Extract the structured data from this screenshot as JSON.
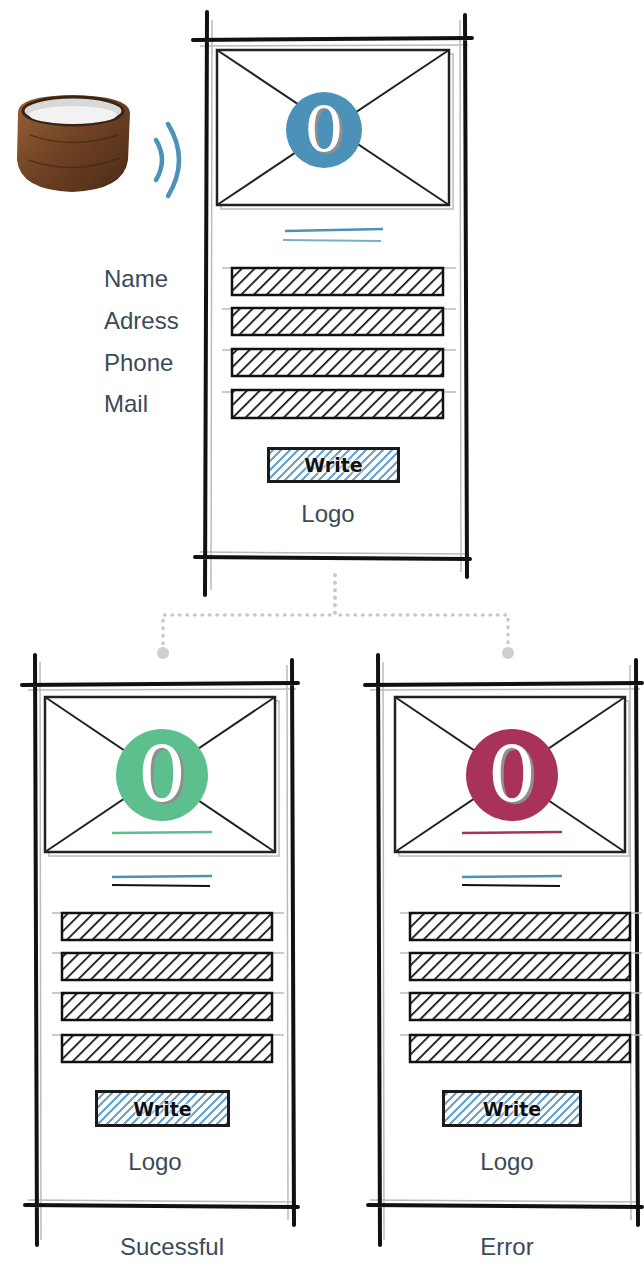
{
  "diagram": {
    "nodes": [
      {
        "text": [
          "Logo"
        ]
      },
      {
        "text": [
          "0"
        ],
        "in": 0
      },
      {
        "text": [
          "Write"
        ],
        "in": 0
      },
      {
        "text": [
          "Logo",
          "Sucessful"
        ]
      },
      {
        "text": [
          "0"
        ],
        "in": 3
      },
      {
        "text": [
          "Write"
        ],
        "in": 3
      },
      {
        "text": [
          "Logo",
          "Error"
        ]
      },
      {
        "text": [
          "0"
        ],
        "in": 6
      },
      {
        "text": [
          "Write"
        ],
        "in": 6
      }
    ],
    "edges": [
      {
        "from": 0,
        "to": 3,
        "arrow": "none"
      },
      {
        "from": 0,
        "to": 6,
        "arrow": "none"
      }
    ],
    "labels": [
      "Name",
      "Adress",
      "Phone",
      "Mail"
    ]
  }
}
